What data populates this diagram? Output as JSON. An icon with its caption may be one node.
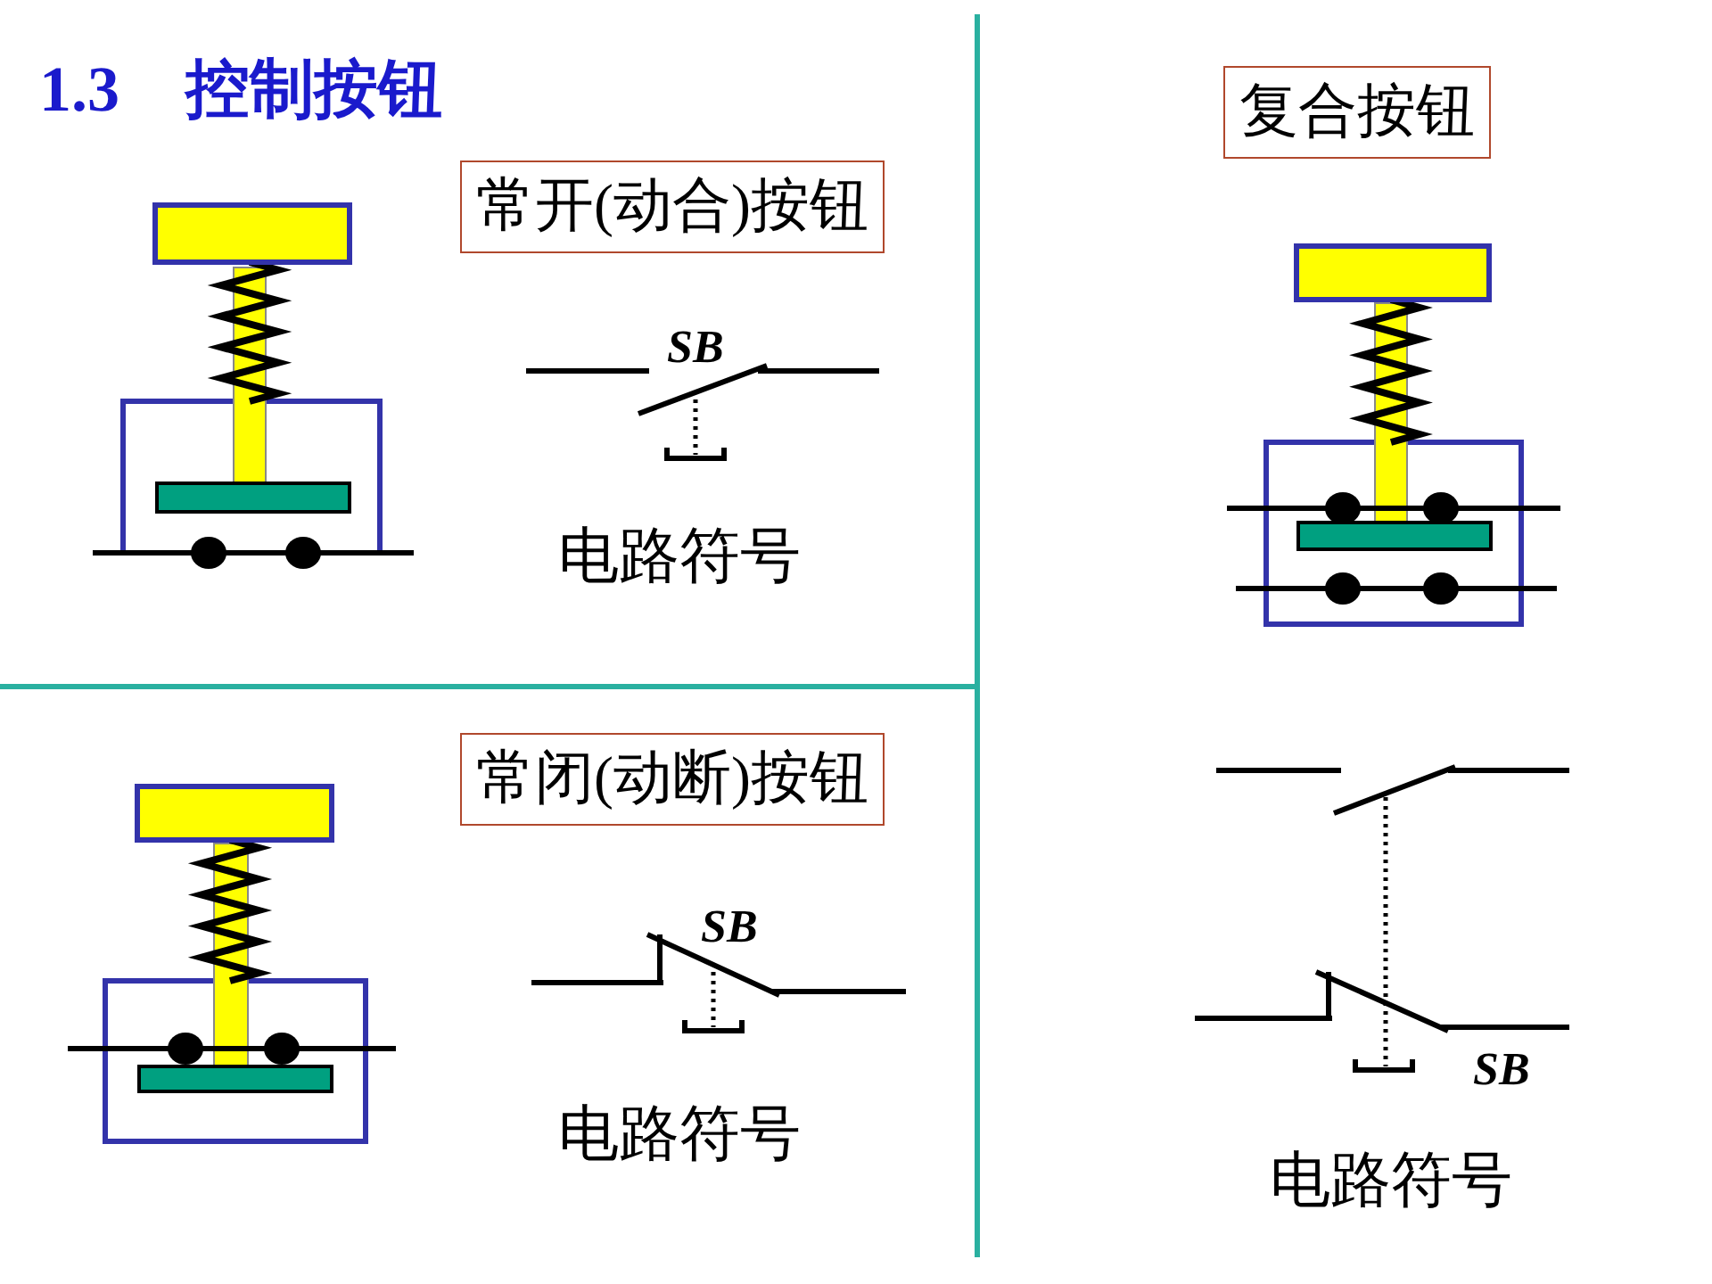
{
  "diagram": {
    "title": "1.3 控制按钮",
    "nodes": [
      {
        "text": [
          "常开(动合)按钮"
        ]
      },
      {
        "text": [
          "常闭(动断)按钮"
        ]
      },
      {
        "text": [
          "复合按钮"
        ]
      }
    ],
    "labels": [
      "SB",
      "电路符号",
      "SB",
      "电路符号",
      "SB",
      "电路符号"
    ]
  }
}
